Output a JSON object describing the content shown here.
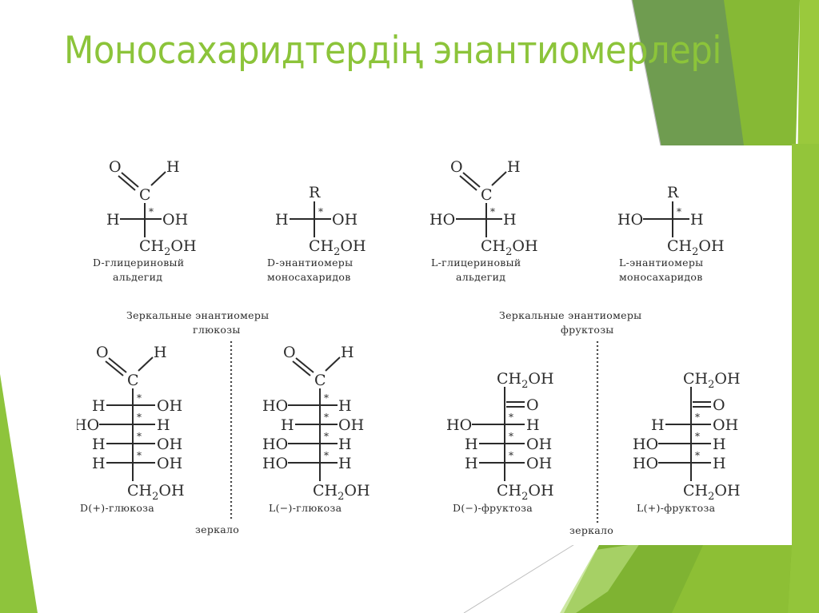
{
  "slide": {
    "title": "Моносахаридтердің энантиомерлері",
    "accent_color": "#8cc43a",
    "deco_colors": {
      "dark_green": "#6d9b4e",
      "mid_green": "#86b935",
      "light_green": "#9ac93c"
    }
  },
  "figure": {
    "top_row": [
      {
        "group": "aldehyde",
        "top_left": "O",
        "top_right": "H",
        "center": "C",
        "left": "H",
        "right": "OH",
        "bottom": "CH2OH",
        "caption_line1": "D-глицериновый",
        "caption_line2": "альдегид"
      },
      {
        "group": "R",
        "top": "R",
        "left": "H",
        "right": "OH",
        "bottom": "CH2OH",
        "caption_line1": "D-энантиомеры",
        "caption_line2": "моносахаридов"
      },
      {
        "group": "aldehyde",
        "top_left": "O",
        "top_right": "H",
        "center": "C",
        "left": "HO",
        "right": "H",
        "bottom": "CH2OH",
        "caption_line1": "L-глицериновый",
        "caption_line2": "альдегид"
      },
      {
        "group": "R",
        "top": "R",
        "left": "HO",
        "right": "H",
        "bottom": "CH2OH",
        "caption_line1": "L-энантиомеры",
        "caption_line2": "моносахаридов"
      }
    ],
    "glucose": {
      "heading_line1": "Зеркальные энантиомеры",
      "heading_line2": "глюкозы",
      "mirror_label": "зеркало",
      "d": {
        "top_left": "O",
        "top_right": "H",
        "center": "C",
        "rows": [
          [
            "H",
            "OH"
          ],
          [
            "HO",
            "H"
          ],
          [
            "H",
            "OH"
          ],
          [
            "H",
            "OH"
          ]
        ],
        "bottom": "CH2OH",
        "caption": "D(+)-глюкоза"
      },
      "l": {
        "top_left": "O",
        "top_right": "H",
        "center": "C",
        "rows": [
          [
            "HO",
            "H"
          ],
          [
            "H",
            "OH"
          ],
          [
            "HO",
            "H"
          ],
          [
            "HO",
            "H"
          ]
        ],
        "bottom": "CH2OH",
        "caption": "L(−)-глюкоза"
      }
    },
    "fructose": {
      "heading_line1": "Зеркальные энантиомеры",
      "heading_line2": "фруктозы",
      "mirror_label": "зеркало",
      "d": {
        "top": "CH2OH",
        "keto": "O",
        "rows": [
          [
            "HO",
            "H"
          ],
          [
            "H",
            "OH"
          ],
          [
            "H",
            "OH"
          ]
        ],
        "bottom": "CH2OH",
        "caption": "D(−)-фруктоза"
      },
      "l": {
        "top": "CH2OH",
        "keto": "O",
        "rows": [
          [
            "H",
            "OH"
          ],
          [
            "HO",
            "H"
          ],
          [
            "HO",
            "H"
          ]
        ],
        "bottom": "CH2OH",
        "caption": "L(+)-фруктоза"
      }
    },
    "chiral_marker": "*"
  }
}
